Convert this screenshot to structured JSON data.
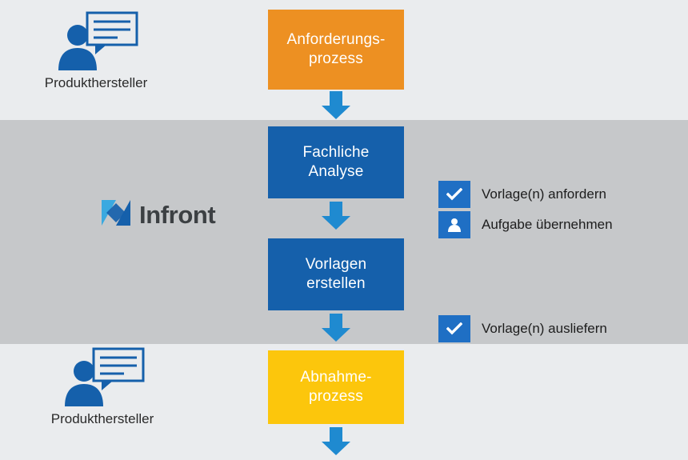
{
  "bands": {
    "top_label": "",
    "middle_label": "",
    "bottom_label": ""
  },
  "flow": {
    "nodes": [
      {
        "id": "anforderungsprozess",
        "line1": "Anforderungs-",
        "line2": "prozess",
        "color": "#ed9022"
      },
      {
        "id": "fachliche-analyse",
        "line1": "Fachliche",
        "line2": "Analyse",
        "color": "#1560ab"
      },
      {
        "id": "vorlagen-erstellen",
        "line1": "Vorlagen",
        "line2": "erstellen",
        "color": "#1560ab"
      },
      {
        "id": "abnahmeprozess",
        "line1": "Abnahme-",
        "line2": "prozess",
        "color": "#fcc60c"
      }
    ],
    "arrow_color": "#1f8ad0"
  },
  "actors": [
    {
      "id": "actor-top",
      "caption": "Produkthersteller"
    },
    {
      "id": "actor-bottom",
      "caption": "Produkthersteller"
    }
  ],
  "logo": {
    "wordmark": "Infront",
    "mark_colors": [
      "#1560ab",
      "#3aa9e0"
    ]
  },
  "tasks": [
    {
      "icon": "check-icon",
      "label": "Vorlage(n) anfordern"
    },
    {
      "icon": "person-icon",
      "label": "Aufgabe übernehmen"
    },
    {
      "icon": "check-icon",
      "label": "Vorlage(n) ausliefern"
    }
  ],
  "colors": {
    "band_light": "#eaecee",
    "band_dark": "#c6c8ca",
    "badge_blue": "#1f6fc4",
    "icon_blue": "#1560ab",
    "arrow_blue": "#1f8ad0"
  }
}
